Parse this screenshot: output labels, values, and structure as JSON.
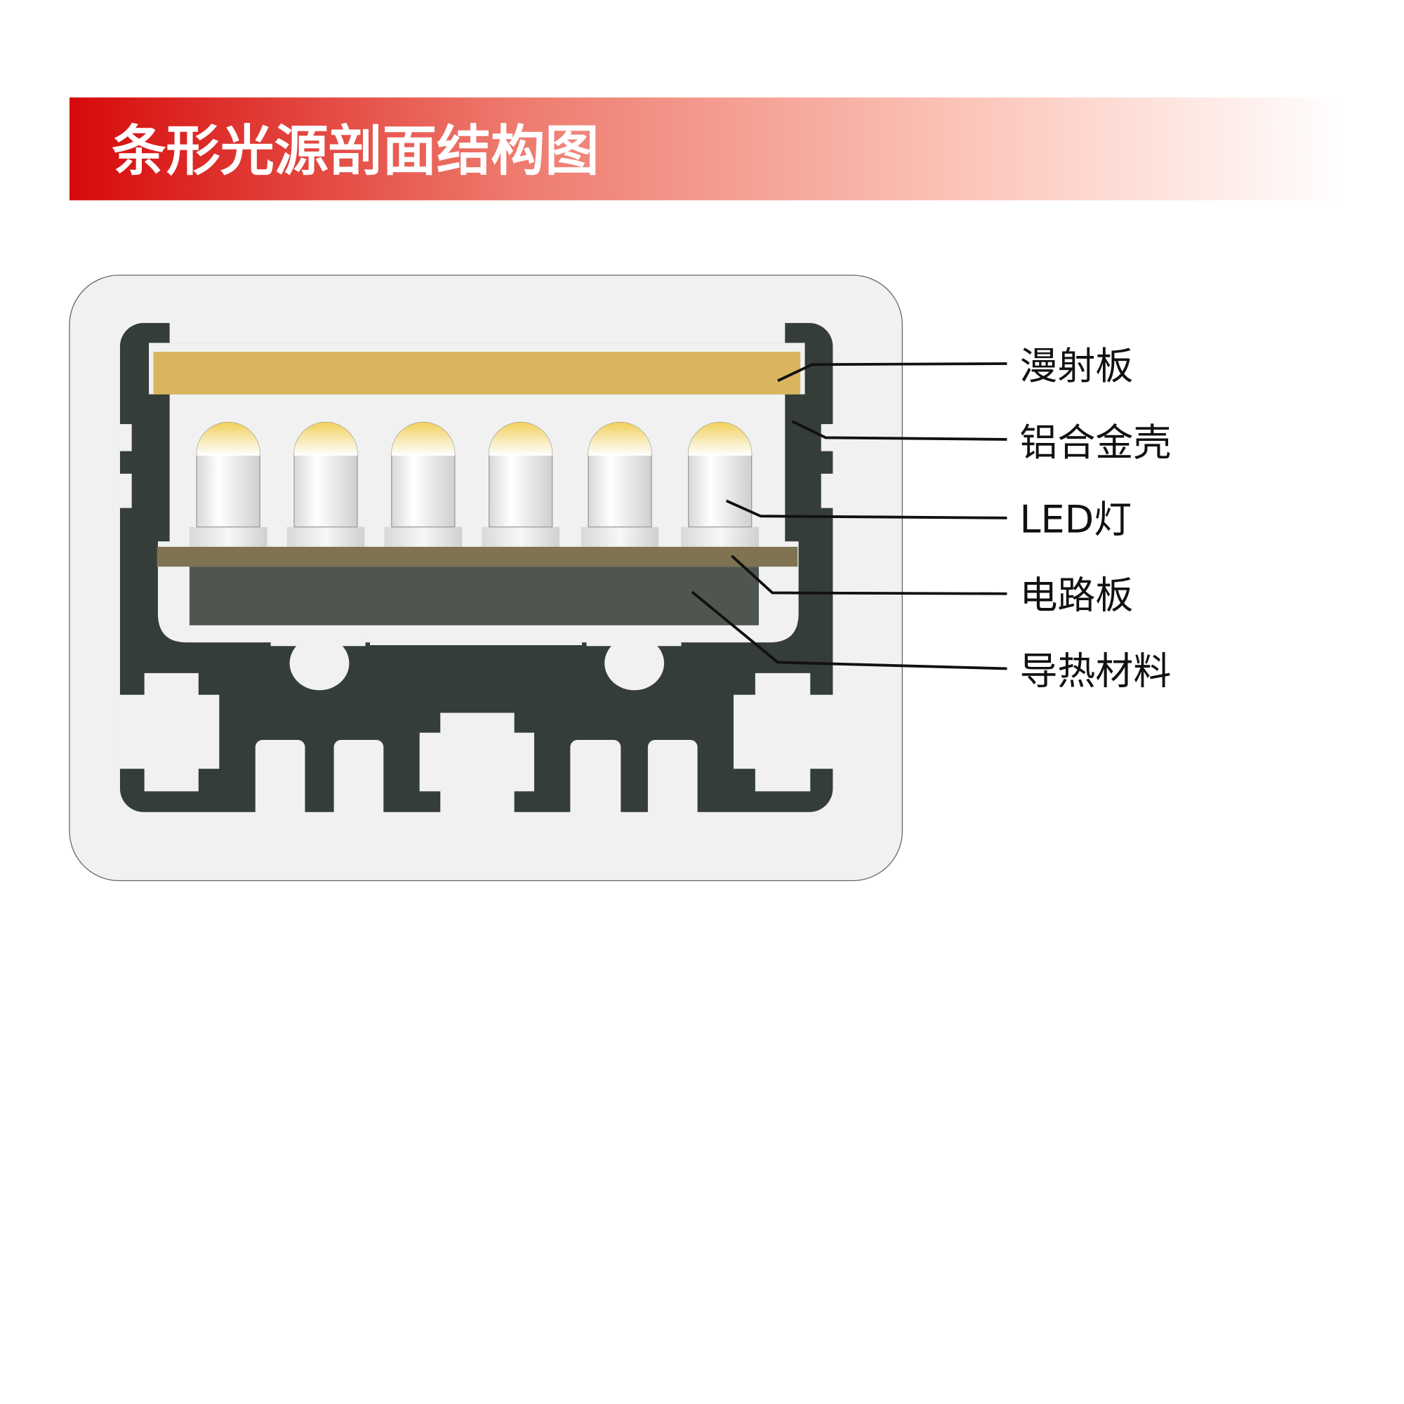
{
  "header": {
    "title": "条形光源剖面结构图"
  },
  "labels": {
    "diffuser": "漫射板",
    "housing": "铝合金壳",
    "led": "LED灯",
    "pcb": "电路板",
    "thermal": "导热材料"
  },
  "colors": {
    "header_start": "#d60a0a",
    "housing": "#353d39",
    "diffuser": "#d9b55f",
    "pcb": "#7f7352",
    "thermal": "#4f5650",
    "panel": "#f1f1f1"
  },
  "led_count": 6
}
